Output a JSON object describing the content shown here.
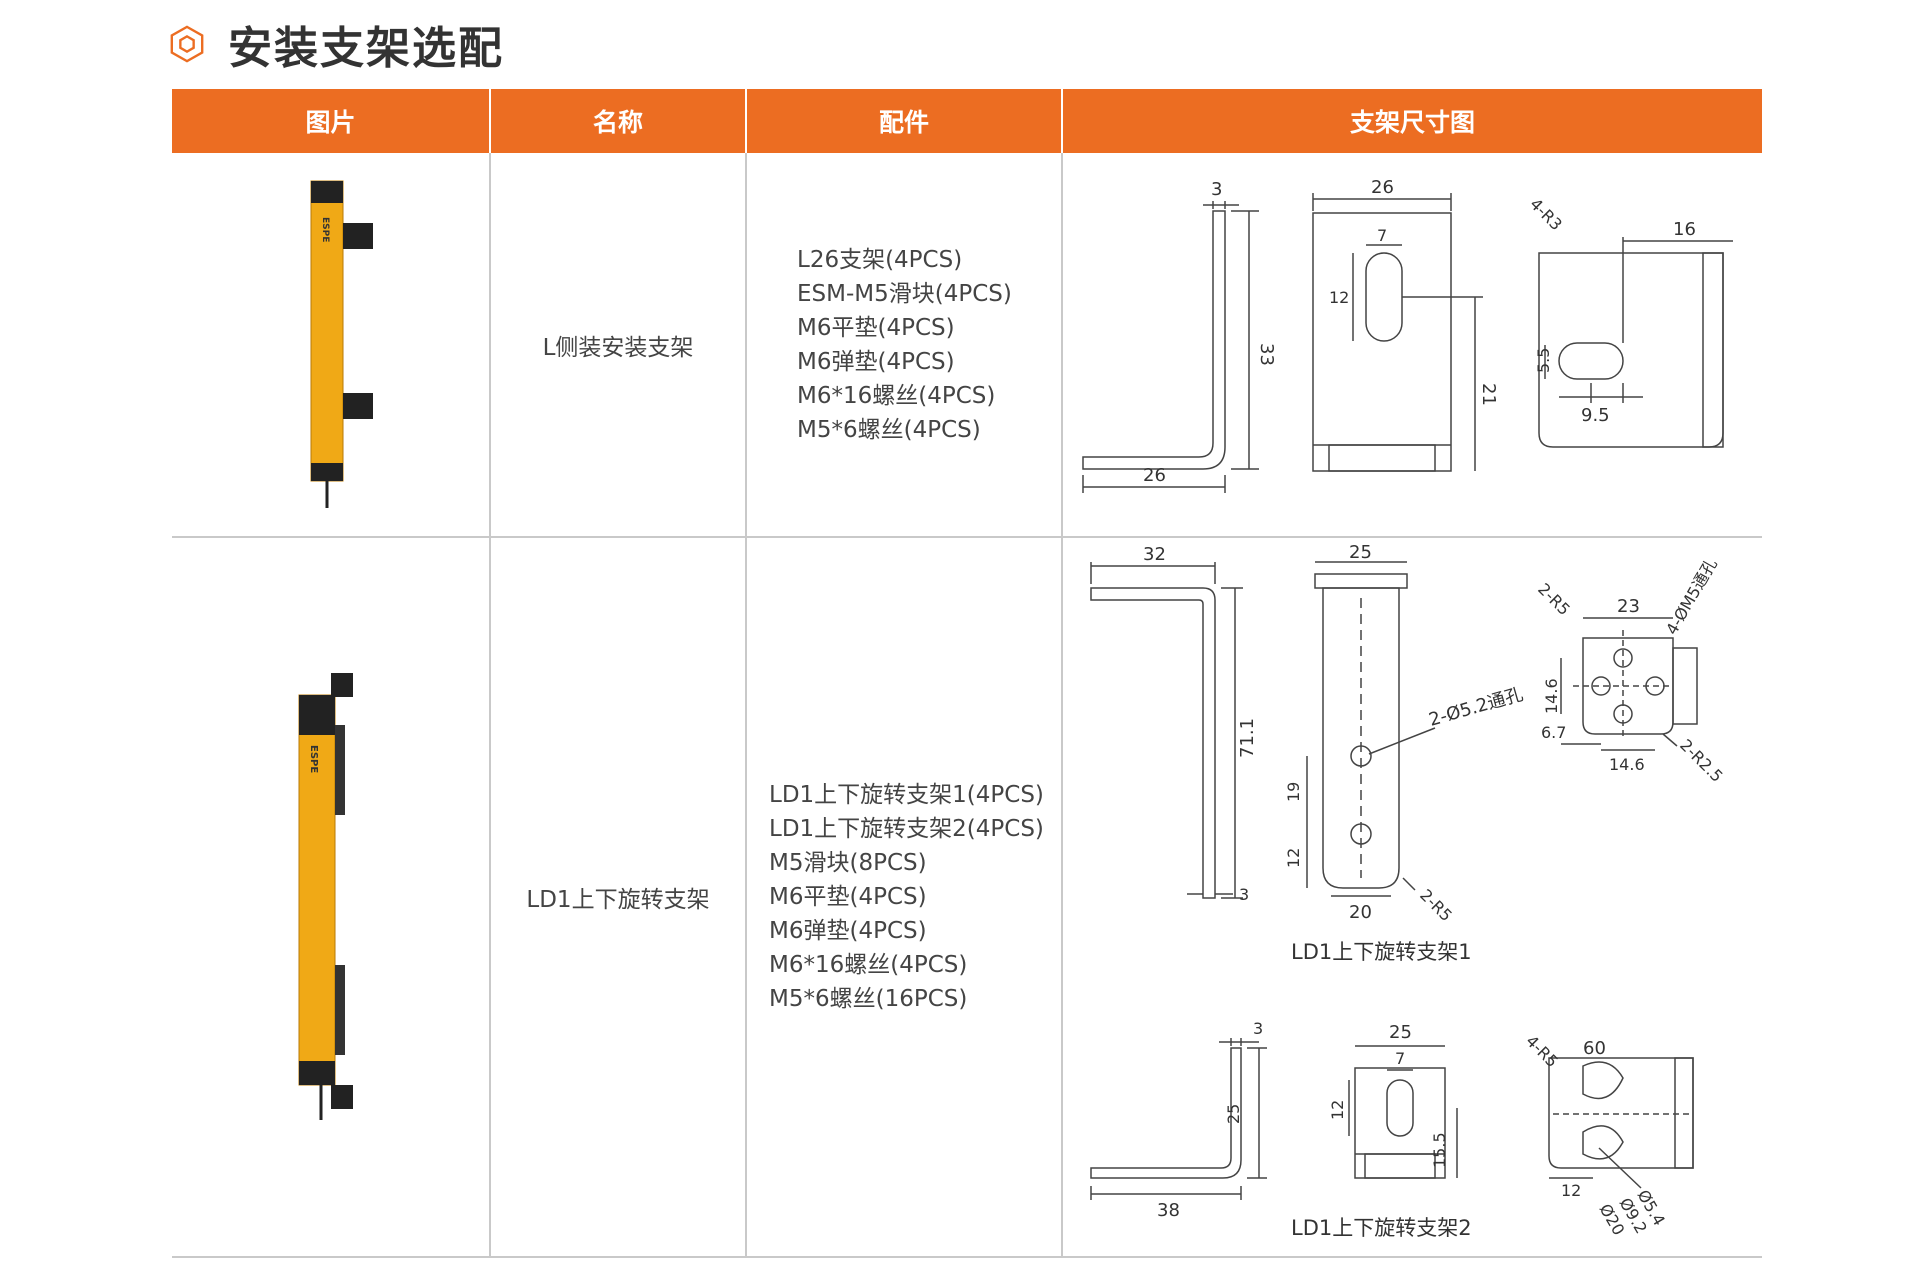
{
  "page": {
    "title": "安装支架选配",
    "columns": [
      "图片",
      "名称",
      "配件",
      "支架尺寸图"
    ]
  },
  "rows": [
    {
      "name": "L侧装安装支架",
      "product_logo": "ESPE",
      "accessories": [
        "L26支架(4PCS)",
        "ESM-M5滑块(4PCS)",
        "M6平垫(4PCS)",
        "M6弹垫(4PCS)",
        "M6*16螺丝(4PCS)",
        "M5*6螺丝(4PCS)"
      ],
      "dims": {
        "a_3": "3",
        "a_33": "33",
        "a_26": "26",
        "b_26": "26",
        "b_7": "7",
        "b_12": "12",
        "b_21": "21",
        "c_r3": "4-R3",
        "c_16": "16",
        "c_55": "5.5",
        "c_95": "9.5"
      }
    },
    {
      "name": "LD1上下旋转支架",
      "product_logo": "ESPE",
      "accessories": [
        "LD1上下旋转支架1(4PCS)",
        "LD1上下旋转支架2(4PCS)",
        "M5滑块(8PCS)",
        "M6平垫(4PCS)",
        "M6弹垫(4PCS)",
        "M6*16螺丝(4PCS)",
        "M5*6螺丝(16PCS)"
      ],
      "caption1": "LD1上下旋转支架1",
      "caption2": "LD1上下旋转支架2",
      "dims": {
        "a_32": "32",
        "a_711": "71.1",
        "a_3": "3",
        "b_25": "25",
        "b_hole": "2-Ø5.2通孔",
        "b_19": "19",
        "b_12": "12",
        "b_20": "20",
        "b_r5": "2-R5",
        "c_r5": "2-R5",
        "c_23": "23",
        "c_m5": "4-ØM5通孔",
        "c_146v": "14.6",
        "c_67": "6.7",
        "c_146h": "14.6",
        "c_r25": "2-R2.5",
        "d_3": "3",
        "d_25": "25",
        "d_38": "38",
        "e_25": "25",
        "e_7": "7",
        "e_12": "12",
        "e_155": "15.5",
        "f_r5": "4-R5",
        "f_60": "60",
        "f_12": "12",
        "f_54": "Ø5.4",
        "f_92": "Ø9.2",
        "f_20": "Ø20"
      }
    }
  ],
  "colors": {
    "accent": "#ec6d22",
    "product": "#f0a916",
    "grid": "#c9c9c9"
  }
}
